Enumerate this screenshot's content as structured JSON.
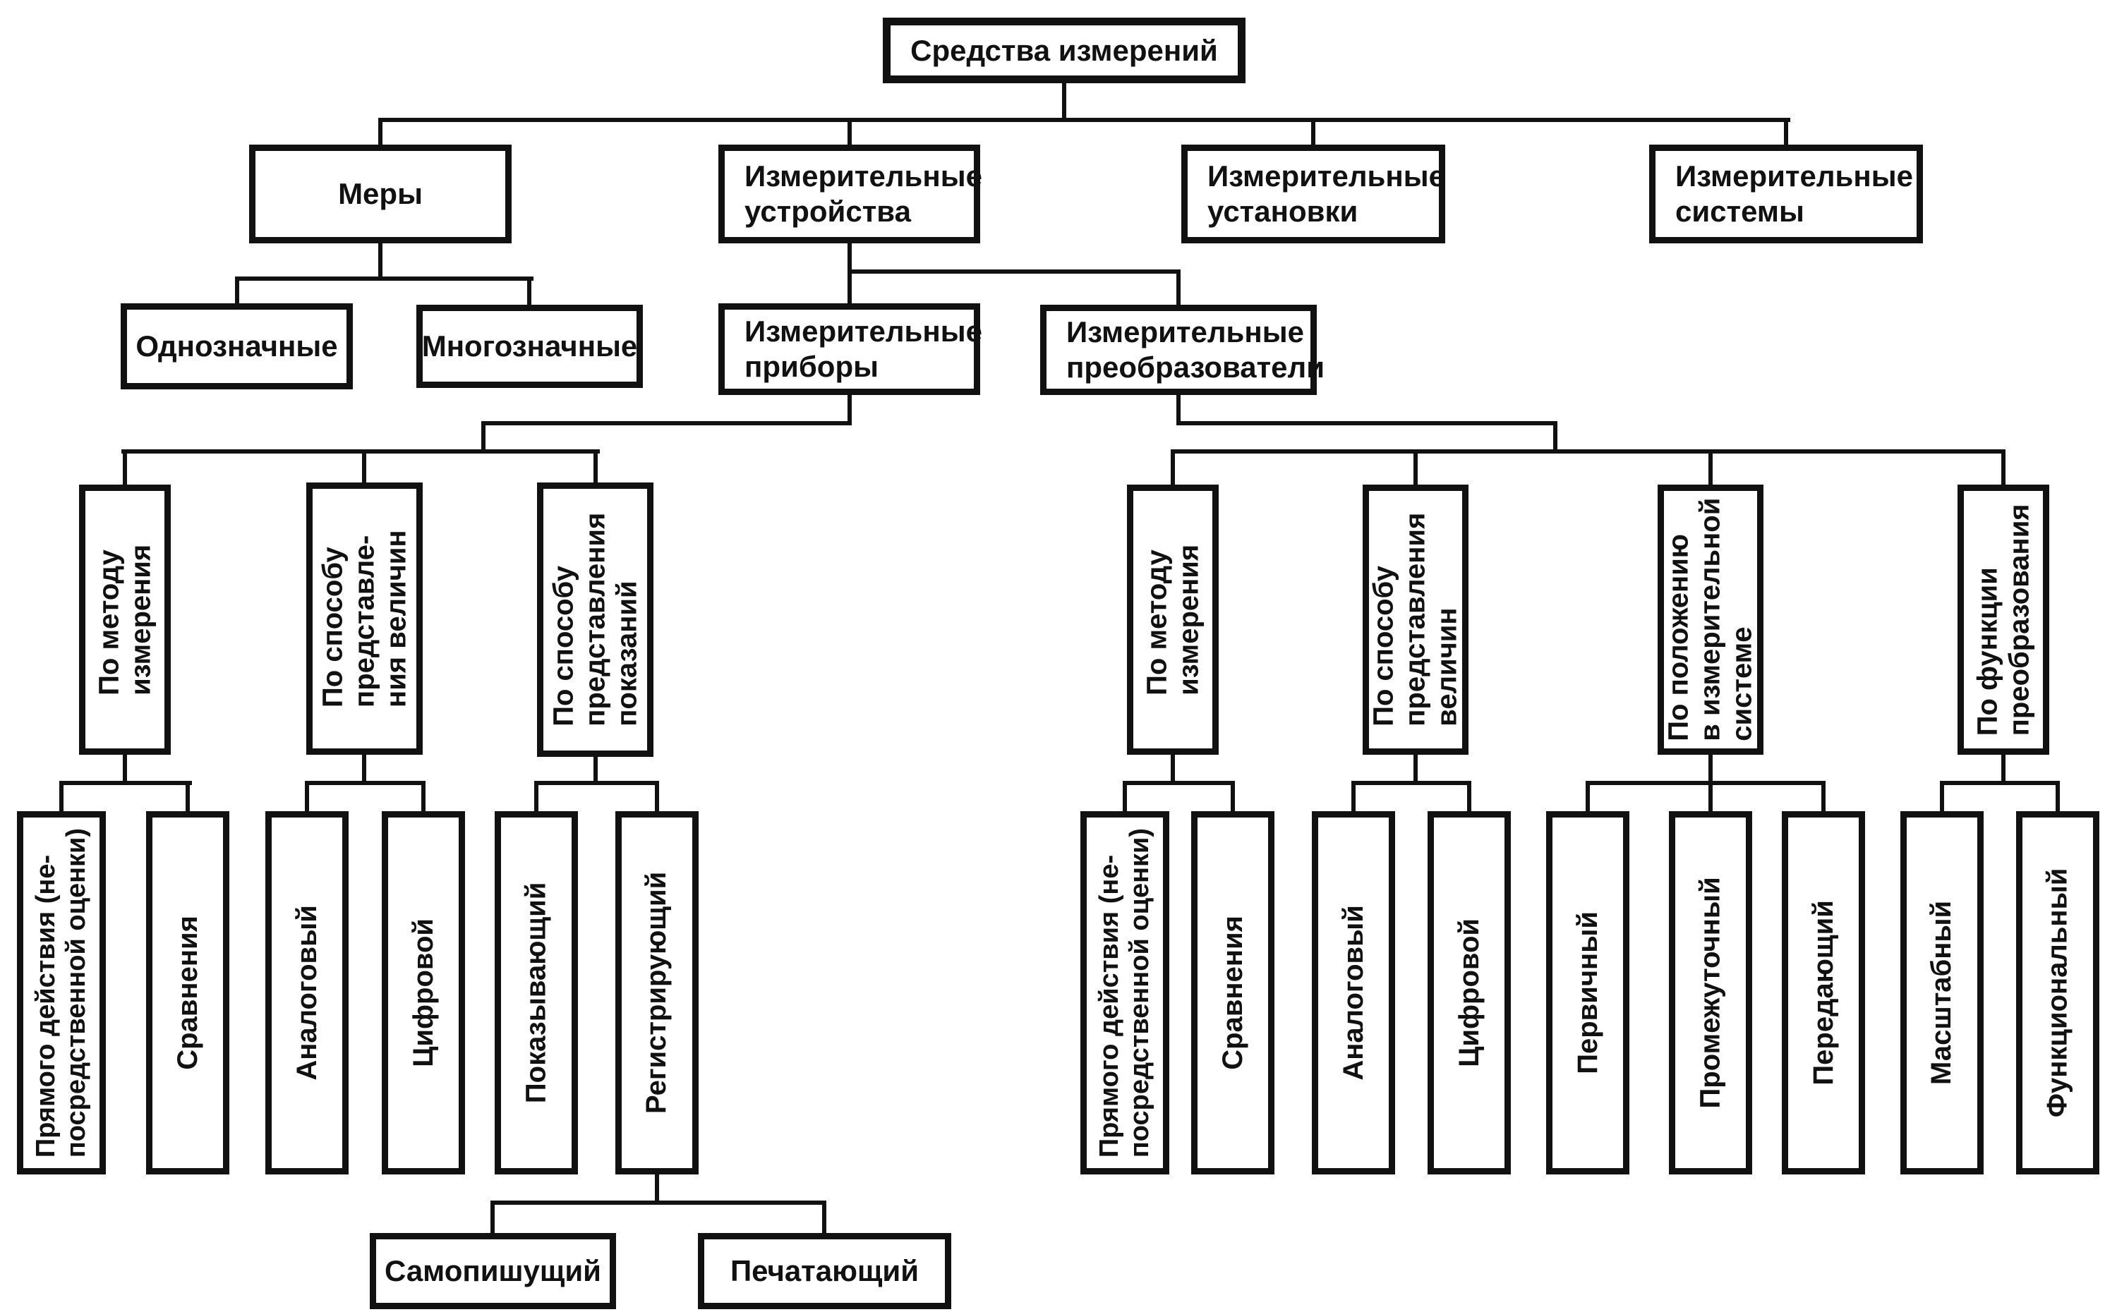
{
  "diagram_title": "Средства измерений",
  "colors": {
    "ink": "#111111",
    "paper": "#ffffff"
  },
  "nodes": {
    "root": "Средства измерений",
    "mery": "Меры",
    "izm_ustroystva": "Измерительные\nустройства",
    "izm_ustanovki": "Измерительные\nустановки",
    "izm_sistemy": "Измерительные\nсистемы",
    "odnoznachnye": "Однозначные",
    "mnogoznachnye": "Многозначные",
    "izm_pribory": "Измерительные\nприборы",
    "izm_preobrazovateli": "Измерительные\nпреобразователи",
    "cat_l_metod": "По методу\nизмерения",
    "cat_l_sposob_velichin": "По способу\nпредставле-\nния величин",
    "cat_l_sposob_pokazaniy": "По способу\nпредставления\nпоказаний",
    "cat_r_metod": "По методу\nизмерения",
    "cat_r_sposob_velichin": "По способу\nпредставления\nвеличин",
    "cat_r_polozhenie": "По положению\nв измерительной\nсистеме",
    "cat_r_funkciya": "По функции\nпреобразования",
    "leaf_l_pryamogo": "Прямого действия (не-\nпосредственной оценки)",
    "leaf_l_sravneniya": "Сравнения",
    "leaf_l_analogovyy": "Аналоговый",
    "leaf_l_cifrovoy": "Цифровой",
    "leaf_l_pokazyvayushchiy": "Показывающий",
    "leaf_l_registriruyushchiy": "Регистрирующий",
    "leaf_r_pryamogo": "Прямого действия (не-\nпосредственной оценки)",
    "leaf_r_sravneniya": "Сравнения",
    "leaf_r_analogovyy": "Аналоговый",
    "leaf_r_cifrovoy": "Цифровой",
    "leaf_r_pervichnyy": "Первичный",
    "leaf_r_promezhutochnyy": "Промежуточный",
    "leaf_r_peredayushchiy": "Передающий",
    "leaf_r_masshtabnyy": "Масштабный",
    "leaf_r_funkcionalnyy": "Функциональный",
    "samopishushchiy": "Самопишущий",
    "pechatayushchiy": "Печатающий"
  }
}
